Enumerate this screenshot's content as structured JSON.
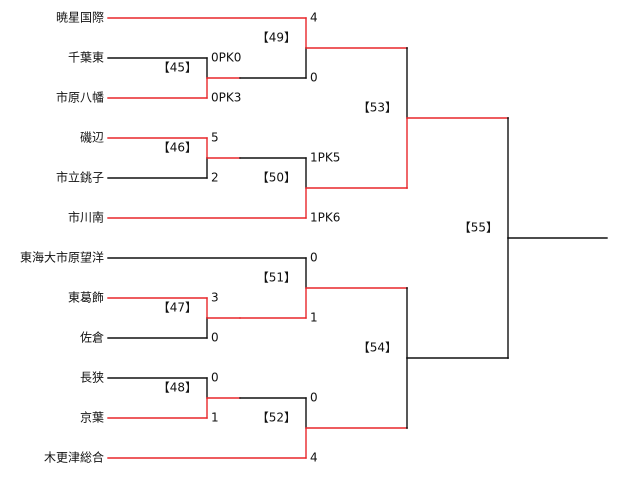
{
  "colors": {
    "win": "#e8262a",
    "lose": "#111111"
  },
  "teams": [
    {
      "id": "t1",
      "name": "暁星国際"
    },
    {
      "id": "t2",
      "name": "千葉東"
    },
    {
      "id": "t3",
      "name": "市原八幡"
    },
    {
      "id": "t4",
      "name": "磯辺"
    },
    {
      "id": "t5",
      "name": "市立銚子"
    },
    {
      "id": "t6",
      "name": "市川南"
    },
    {
      "id": "t7",
      "name": "東海大市原望洋"
    },
    {
      "id": "t8",
      "name": "東葛飾"
    },
    {
      "id": "t9",
      "name": "佐倉"
    },
    {
      "id": "t10",
      "name": "長狭"
    },
    {
      "id": "t11",
      "name": "京葉"
    },
    {
      "id": "t12",
      "name": "木更津総合"
    }
  ],
  "matches": [
    {
      "id": "m45",
      "label": "【45】",
      "top": "t2",
      "bottom": "t3",
      "top_score": "0PK0",
      "bottom_score": "0PK3",
      "winner": "bottom"
    },
    {
      "id": "m46",
      "label": "【46】",
      "top": "t4",
      "bottom": "t5",
      "top_score": "5",
      "bottom_score": "2",
      "winner": "top"
    },
    {
      "id": "m47",
      "label": "【47】",
      "top": "t8",
      "bottom": "t9",
      "top_score": "3",
      "bottom_score": "0",
      "winner": "top"
    },
    {
      "id": "m48",
      "label": "【48】",
      "top": "t10",
      "bottom": "t11",
      "top_score": "0",
      "bottom_score": "1",
      "winner": "bottom"
    },
    {
      "id": "m49",
      "label": "【49】",
      "top": "t1",
      "bottom": "m45",
      "top_score": "4",
      "bottom_score": "0",
      "winner": "top"
    },
    {
      "id": "m50",
      "label": "【50】",
      "top": "m46",
      "bottom": "t6",
      "top_score": "1PK5",
      "bottom_score": "1PK6",
      "winner": "bottom"
    },
    {
      "id": "m51",
      "label": "【51】",
      "top": "t7",
      "bottom": "m47",
      "top_score": "0",
      "bottom_score": "1",
      "winner": "bottom"
    },
    {
      "id": "m52",
      "label": "【52】",
      "top": "m48",
      "bottom": "t12",
      "top_score": "0",
      "bottom_score": "4",
      "winner": "bottom"
    },
    {
      "id": "m53",
      "label": "【53】",
      "top": "m49",
      "bottom": "m50",
      "top_score": "",
      "bottom_score": "",
      "winner": "bottom"
    },
    {
      "id": "m54",
      "label": "【54】",
      "top": "m51",
      "bottom": "m52",
      "top_score": "",
      "bottom_score": "",
      "winner": "none"
    },
    {
      "id": "m55",
      "label": "【55】",
      "top": "m53",
      "bottom": "m54",
      "top_score": "",
      "bottom_score": "",
      "winner": "none"
    }
  ]
}
